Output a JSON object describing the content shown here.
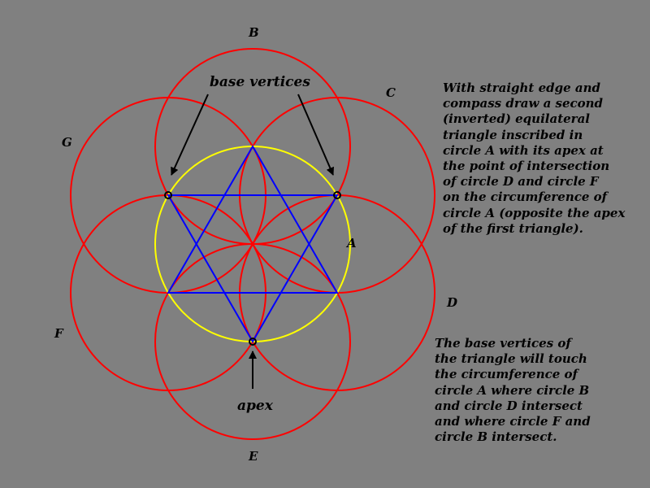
{
  "colors": {
    "background": "#808080",
    "construction_circles": "#ff0000",
    "circle_A": "#ffff00",
    "triangles": "#0000ff",
    "markers": "#000000"
  },
  "circle_labels": {
    "A": "A",
    "B": "B",
    "C": "C",
    "D": "D",
    "E": "E",
    "F": "F",
    "G": "G"
  },
  "annotations": {
    "base_vertices": "base vertices",
    "apex": "apex"
  },
  "text": {
    "instruction": "With straight edge and\ncompass draw a second\n(inverted) equilateral\ntriangle inscribed in\ncircle A with its apex at\nthe point of intersection\nof circle D and circle F\non the circumference of\ncircle A (opposite the apex\nof the first triangle).",
    "note": "The base vertices of\nthe triangle will touch\nthe circumference of\ncircle A where circle B\nand circle D intersect\nand where circle F and\ncircle B intersect."
  }
}
